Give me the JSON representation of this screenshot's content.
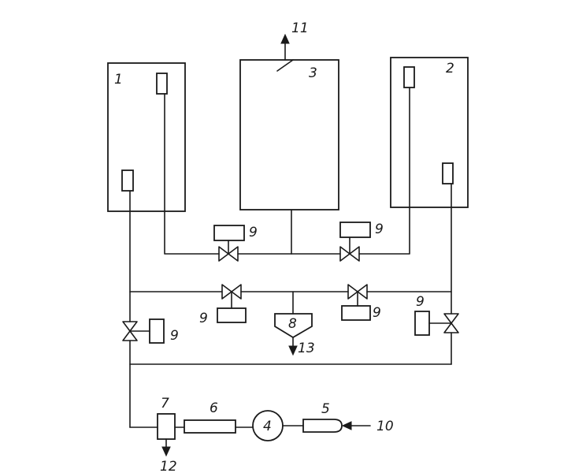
{
  "labels": {
    "vessel_1": "1",
    "vessel_2": "2",
    "vessel_3": "3",
    "unit_4": "4",
    "unit_5": "5",
    "unit_6": "6",
    "unit_7": "7",
    "unit_8": "8",
    "actuator_9": "9",
    "inlet_10": "10",
    "outlet_11": "11",
    "outlet_12": "12",
    "outlet_13": "13"
  },
  "colors": {
    "ink": "#1a1a1a",
    "paper": "#ffffff"
  }
}
